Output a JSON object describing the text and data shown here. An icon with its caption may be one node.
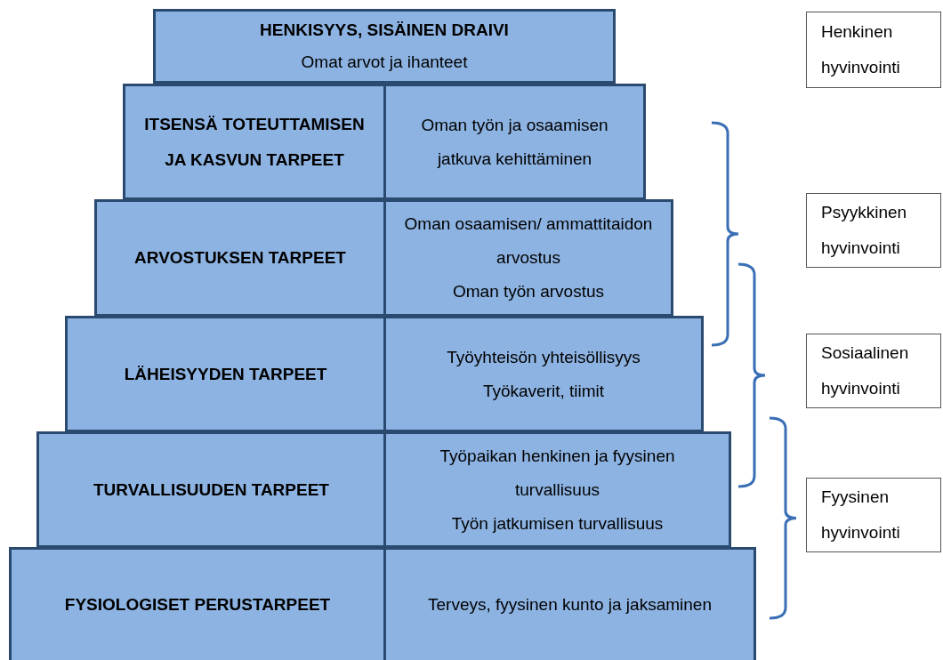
{
  "diagram": {
    "nodes": [
      {
        "text": [
          "HENKISYYS, SISÄINEN DRAIVI",
          "Omat arvot ja ihanteet"
        ]
      },
      {
        "text": [
          "ITSENSÄ TOTEUTTAMISEN JA KASVUN TARPEET"
        ]
      },
      {
        "text": [
          "Oman työn ja osaamisen jatkuva kehittäminen"
        ]
      },
      {
        "text": [
          "ARVOSTUKSEN TARPEET"
        ]
      },
      {
        "text": [
          "Oman osaamisen/ ammattitaidon arvostus",
          "Oman työn arvostus"
        ]
      },
      {
        "text": [
          "LÄHEISYYDEN TARPEET"
        ]
      },
      {
        "text": [
          "Työyhteisön yhteisöllisyys",
          "Työkaverit, tiimit"
        ]
      },
      {
        "text": [
          "TURVALLISUUDEN TARPEET"
        ]
      },
      {
        "text": [
          "Työpaikan henkinen ja fyysinen turvallisuus",
          "Työn jatkumisen turvallisuus"
        ]
      },
      {
        "text": [
          "FYSIOLOGISET PERUSTARPEET"
        ]
      },
      {
        "text": [
          "Terveys, fyysinen kunto ja jaksaminen"
        ]
      },
      {
        "text": [
          "Henkinen hyvinvointi"
        ]
      },
      {
        "text": [
          "Psyykkinen hyvinvointi"
        ]
      },
      {
        "text": [
          "Sosiaalinen hyvinvointi"
        ]
      },
      {
        "text": [
          "Fyysinen hyvinvointi"
        ]
      }
    ]
  }
}
